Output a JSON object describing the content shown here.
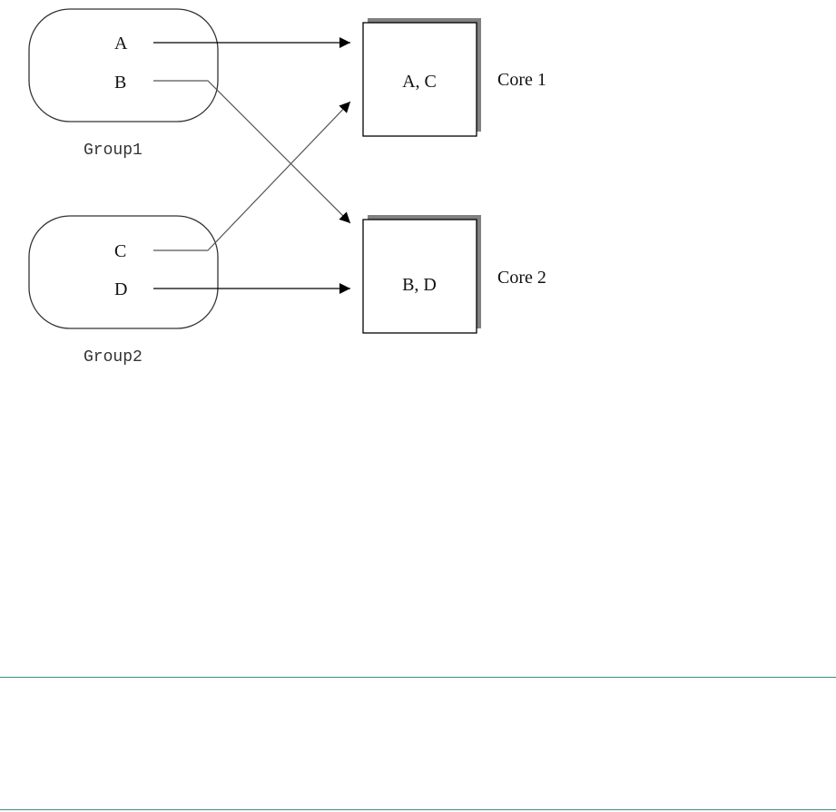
{
  "groups": [
    {
      "name": "Group1",
      "items": [
        "A",
        "B"
      ]
    },
    {
      "name": "Group2",
      "items": [
        "C",
        "D"
      ]
    }
  ],
  "cores": [
    {
      "name": "Core 1",
      "contents": "A, C"
    },
    {
      "name": "Core 2",
      "contents": "B, D"
    }
  ],
  "mappings": [
    {
      "from": "A",
      "to": "Core 1"
    },
    {
      "from": "B",
      "to": "Core 2"
    },
    {
      "from": "C",
      "to": "Core 1"
    },
    {
      "from": "D",
      "to": "Core 2"
    }
  ],
  "colors": {
    "rule": "#3c8c85",
    "shadow": "#808080",
    "group_outline": "#333333",
    "direct_arrow": "#000000",
    "cross_arrow": "#555555"
  }
}
